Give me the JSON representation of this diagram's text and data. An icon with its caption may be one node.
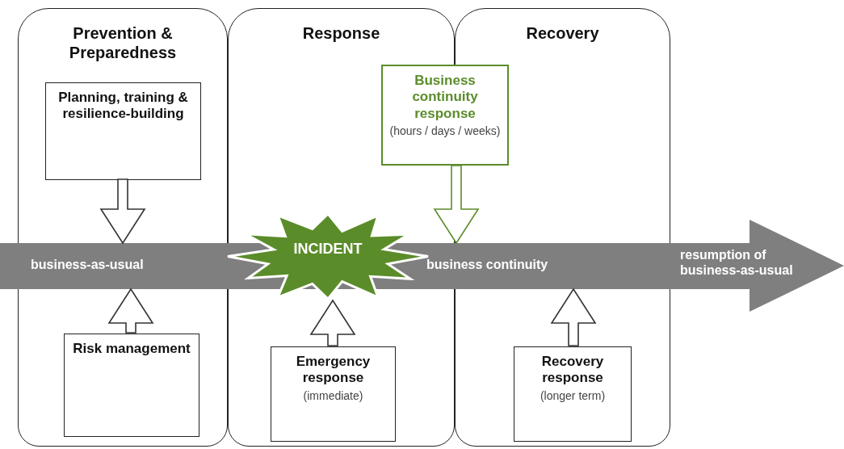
{
  "diagram": {
    "nodes": [
      {
        "text": [
          "Prevention & Preparedness"
        ]
      },
      {
        "text": [
          "Planning, training & resilience-building"
        ],
        "in": 0
      },
      {
        "text": [
          "Response"
        ]
      },
      {
        "text": [
          "Recovery"
        ]
      },
      {
        "text": [
          "Business continuity response",
          "(hours / days / weeks)"
        ]
      },
      {
        "text": [
          "business-as-usual",
          "business continuity",
          "resumption of business-as-usual"
        ]
      },
      {
        "text": [
          "INCIDENT"
        ]
      },
      {
        "text": [
          "Risk management"
        ],
        "in": 0
      },
      {
        "text": [
          "Emergency response",
          "(immediate)"
        ],
        "in": 2
      },
      {
        "text": [
          "Recovery response",
          "(longer term)"
        ],
        "in": 3
      }
    ],
    "edges": [
      {
        "from": 1,
        "to": 5,
        "arrow": "to"
      },
      {
        "from": 4,
        "to": 5,
        "arrow": "to",
        "color": "#5b8c2a"
      },
      {
        "from": 7,
        "to": 5,
        "arrow": "to"
      },
      {
        "from": 8,
        "to": 6,
        "arrow": "to"
      },
      {
        "from": 9,
        "to": 5,
        "arrow": "to"
      }
    ]
  }
}
